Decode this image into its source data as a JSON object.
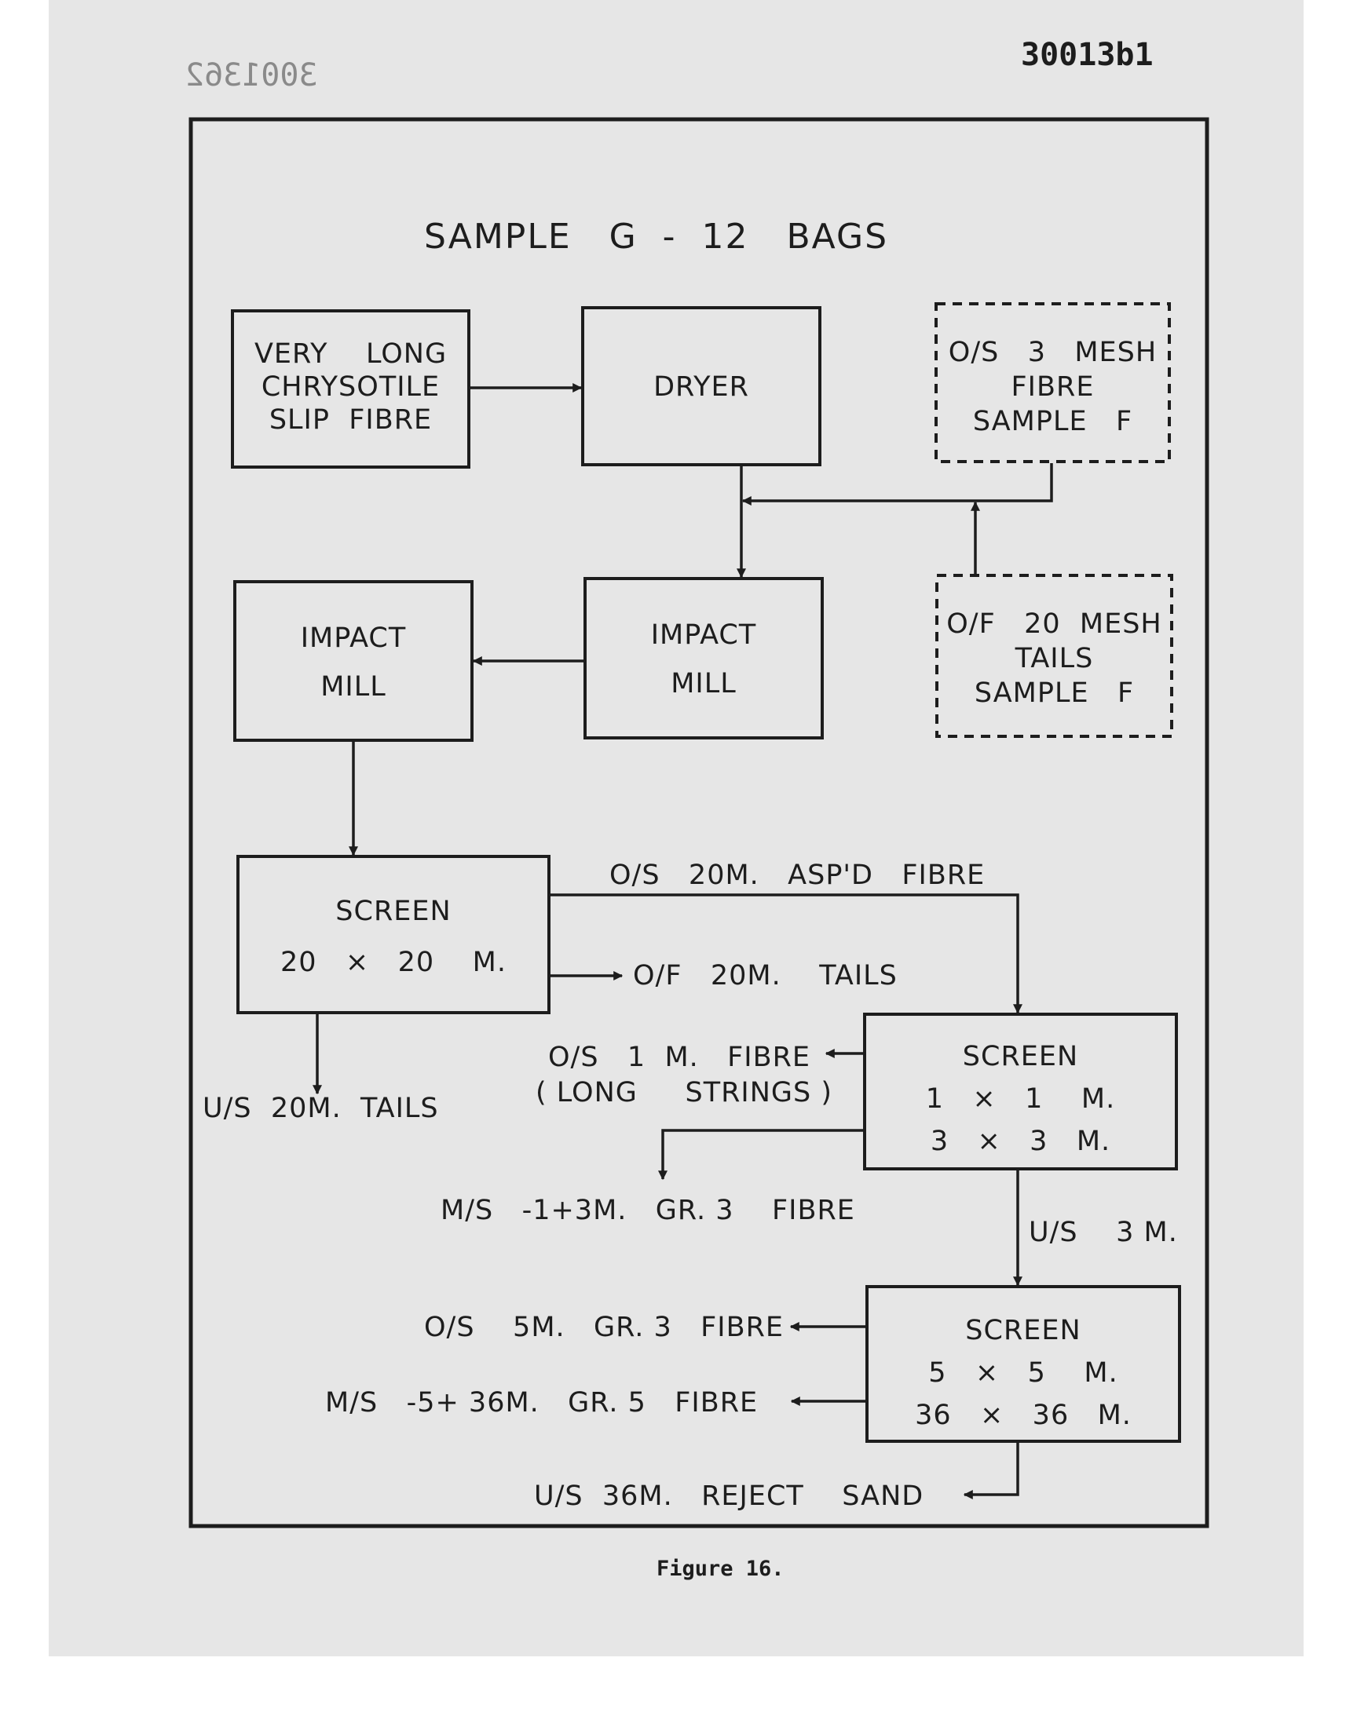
{
  "doc_numbers": {
    "mirrored": "3001362",
    "page_number": "30013b1"
  },
  "title": "SAMPLE   G  -  12   BAGS",
  "boxes": {
    "very_long": [
      "VERY    LONG",
      "CHRYSOTILE",
      "SLIP  FIBRE"
    ],
    "dryer": [
      "DRYER"
    ],
    "os3": [
      "O/S   3   MESH",
      "FIBRE",
      "SAMPLE   F"
    ],
    "impact2": [
      "IMPACT",
      "MILL"
    ],
    "impact1": [
      "IMPACT",
      "MILL"
    ],
    "of20": [
      "O/F   20  MESH",
      "TAILS",
      "SAMPLE   F"
    ],
    "screen20": [
      "SCREEN",
      "20   ×   20    M."
    ],
    "screen1": [
      "SCREEN",
      "1   ×   1    M.",
      "3   ×   3   M."
    ],
    "screen5": [
      "SCREEN",
      "5   ×   5    M.",
      "36   ×   36   M."
    ]
  },
  "labels": {
    "os20_aspd": "O/S   20M.   ASP'D   FIBRE",
    "of20_tails": "O/F   20M.    TAILS",
    "us20_tails": "U/S  20M.  TAILS",
    "os1_fibre": "O/S   1  M.   FIBRE",
    "long_strings": "( LONG     STRINGS )",
    "ms_gr3": "M/S   -1+3M.   GR. 3    FIBRE",
    "us3": "U/S    3 M.",
    "os5_gr3": "O/S    5M.   GR. 3   FIBRE",
    "ms_gr5": "M/S   -5+ 36M.   GR. 5   FIBRE",
    "us36_sand": "U/S  36M.   REJECT    SAND"
  },
  "caption": "Figure 16."
}
